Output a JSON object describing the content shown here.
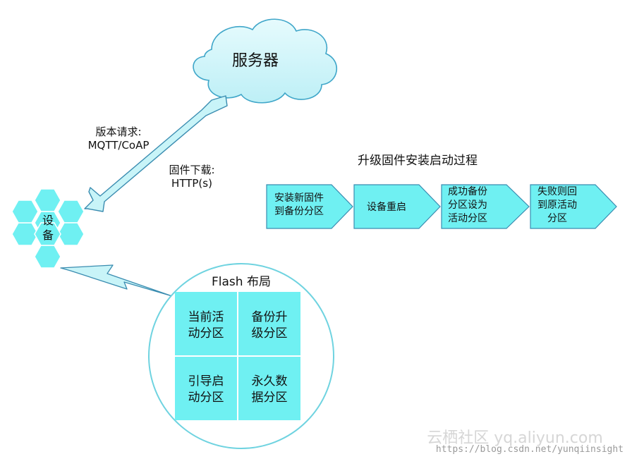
{
  "server": {
    "label": "服务器"
  },
  "link": {
    "request_line1": "版本请求:",
    "request_line2": "MQTT/CoAP",
    "download_line1": "固件下载:",
    "download_line2": "HTTP(s)"
  },
  "device": {
    "label_line1": "设",
    "label_line2": "备"
  },
  "flash": {
    "title": "Flash 布局",
    "cells": [
      {
        "line1": "当前活",
        "line2": "动分区"
      },
      {
        "line1": "备份升",
        "line2": "级分区"
      },
      {
        "line1": "引导启",
        "line2": "动分区"
      },
      {
        "line1": "永久数",
        "line2": "据分区"
      }
    ]
  },
  "process": {
    "title": "升级固件安装启动过程",
    "steps": [
      {
        "line1": "安装新固件",
        "line2": "到备份分区",
        "line3": ""
      },
      {
        "line1": "设备重启",
        "line2": "",
        "line3": ""
      },
      {
        "line1": "成功备份",
        "line2": "分区设为",
        "line3": "活动分区"
      },
      {
        "line1": "失败则回",
        "line2": "到原活动",
        "line3": "分区"
      }
    ]
  },
  "watermark": {
    "logo": "云栖社区 yq.aliyun.com",
    "url": "https://blog.csdn.net/yunqiinsight"
  },
  "colors": {
    "cyan_fill": "#6ff0f2",
    "light_fill": "#c8f4f8",
    "stroke": "#3a8cb0"
  }
}
